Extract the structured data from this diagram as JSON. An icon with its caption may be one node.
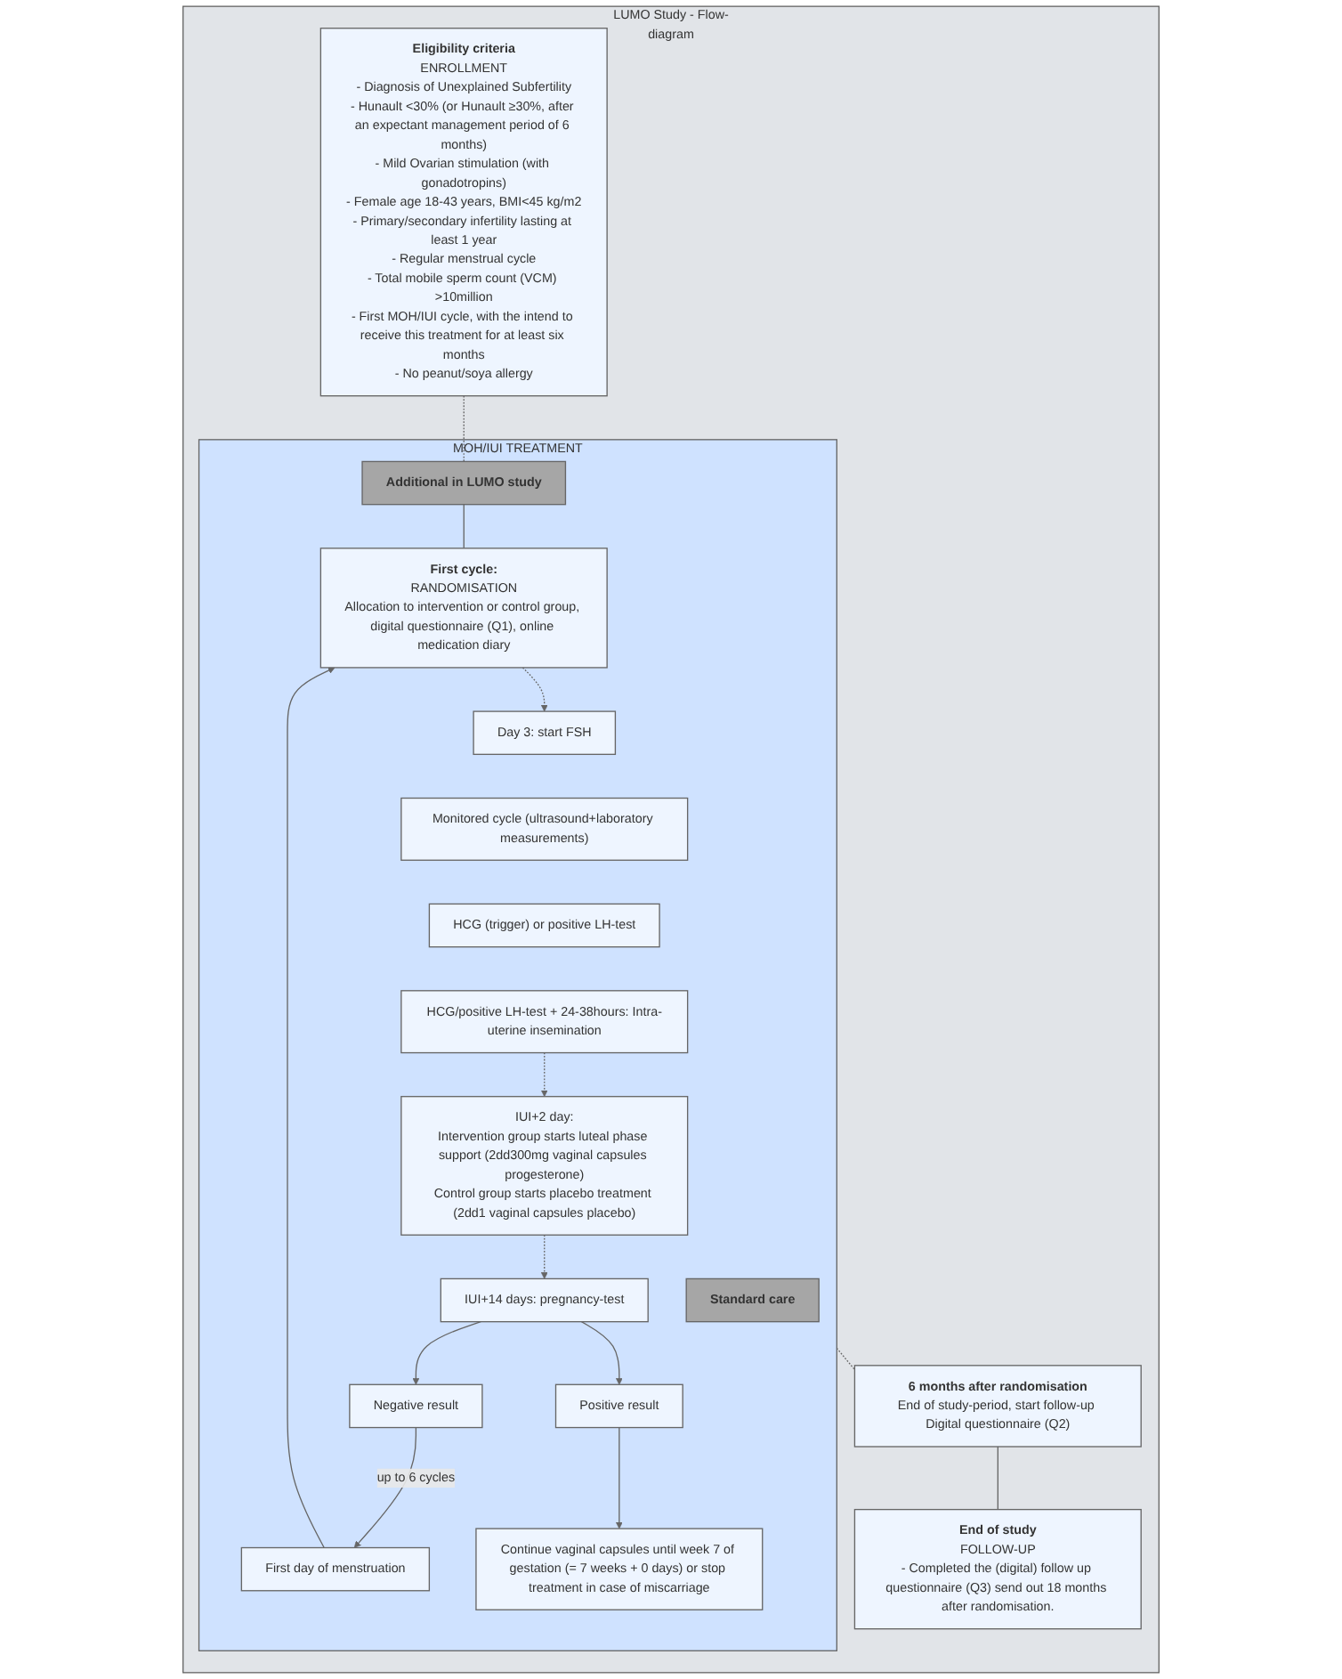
{
  "diagram": {
    "nodes": [
      {
        "text": [
          "LUMO Study - Flow-diagram"
        ]
      },
      {
        "text": [
          "Eligibility criteria",
          "ENROLLMENT",
          "- Diagnosis of Unexplained Subfertility",
          "- Hunault <30% (or Hunault ≥30%, after an expectant management period of 6 months)",
          "- Mild Ovarian stimulation (with gonadotropins)",
          "- Female age 18-43 years, BMI<45 kg/m2",
          "- Primary/secondary infertility lasting at least 1 year",
          "- Regular menstrual cycle",
          "- Total mobile sperm count (VCM) >10million",
          "- First MOH/IUI cycle, with the intend to receive this treatment for at least six months",
          "- No peanut/soya allergy"
        ],
        "in": 0
      },
      {
        "text": [
          "MOH/IUI TREATMENT"
        ],
        "in": 0
      },
      {
        "text": [
          "Standard care"
        ],
        "in": 2
      },
      {
        "text": [
          "Additional in LUMO study"
        ],
        "in": 2
      },
      {
        "text": [
          "First cycle:",
          "RANDOMISATION",
          "Allocation to intervention or control group, digital questionnaire (Q1), online medication diary"
        ],
        "in": 2
      },
      {
        "text": [
          "First day of menstruation"
        ],
        "in": 2
      },
      {
        "text": [
          "Day 3: start FSH"
        ],
        "in": 2
      },
      {
        "text": [
          "Monitored cycle (ultrasound+laboratory measurements)"
        ],
        "in": 2
      },
      {
        "text": [
          "HCG (trigger) or positive LH-test"
        ],
        "in": 2
      },
      {
        "text": [
          "HCG/positive LH-test + 24-38hours: Intra-uterine insemination"
        ],
        "in": 2
      },
      {
        "text": [
          "IUI+2 day:",
          "Intervention group starts luteal phase support (2dd300mg vaginal capsules progesterone)",
          "Control group starts placebo treatment (2dd1 vaginal capsules placebo)"
        ],
        "in": 2
      },
      {
        "text": [
          "IUI+14 days: pregnancy-test"
        ],
        "in": 2
      },
      {
        "text": [
          "Negative result"
        ],
        "in": 2
      },
      {
        "text": [
          "Positive result"
        ],
        "in": 2
      },
      {
        "text": [
          "Continue vaginal capsules until week 7 of gestation (= 7 weeks + 0 days) or stop treatment in case of miscarriage"
        ],
        "in": 2
      },
      {
        "text": [
          "6 months after randomisation",
          "End of study-period, start follow-up Digital questionnaire (Q2)"
        ],
        "in": 0
      },
      {
        "text": [
          "End of study",
          "FOLLOW-UP",
          "- Completed the (digital) follow up questionnaire (Q3) send out 18 months after randomisation."
        ],
        "in": 0
      }
    ],
    "edges": [
      {
        "from": 1,
        "to": 4,
        "arrow": "none",
        "style": "dashed"
      },
      {
        "from": 4,
        "to": 5,
        "arrow": "none"
      },
      {
        "from": 6,
        "to": 5,
        "arrow": "to"
      },
      {
        "from": 5,
        "to": 7,
        "arrow": "to",
        "style": "dashed"
      },
      {
        "from": 10,
        "to": 11,
        "arrow": "to",
        "style": "dashed"
      },
      {
        "from": 11,
        "to": 12,
        "arrow": "to",
        "style": "dashed"
      },
      {
        "from": 12,
        "to": 13,
        "arrow": "to"
      },
      {
        "from": 12,
        "to": 14,
        "arrow": "to"
      },
      {
        "from": 14,
        "to": 15,
        "arrow": "to"
      },
      {
        "from": 13,
        "to": 6,
        "arrow": "to",
        "label": "up to 6 cycles"
      },
      {
        "from": 2,
        "to": 16,
        "arrow": "none",
        "style": "dashed"
      },
      {
        "from": 16,
        "to": 17,
        "arrow": "none"
      }
    ]
  }
}
